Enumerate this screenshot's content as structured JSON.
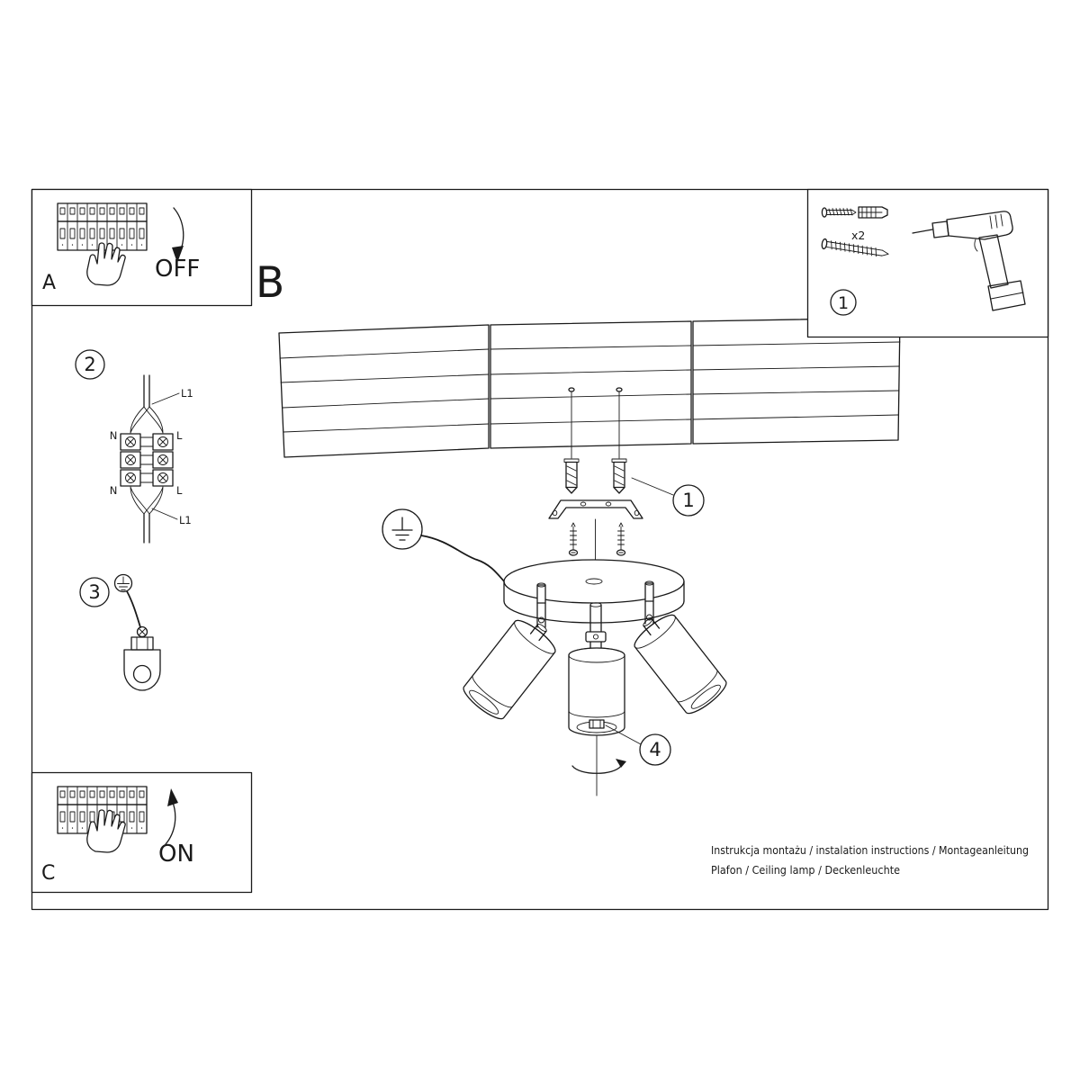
{
  "page": {
    "background": "#ffffff",
    "ink": "#1a1a1a"
  },
  "panel_a": {
    "label": "A",
    "switch_state": "OFF"
  },
  "panel_b": {
    "label": "B"
  },
  "panel_c": {
    "label": "C",
    "switch_state": "ON"
  },
  "tools_box": {
    "step": "1",
    "screw_count": "x2"
  },
  "steps": {
    "wiring": "2",
    "grounding": "3",
    "bracket": "1",
    "socket": "4"
  },
  "wiring_labels": {
    "line_top": "L1",
    "neutral_top": "N",
    "live_top": "L",
    "neutral_bottom": "N",
    "live_bottom": "L",
    "line_bottom": "L1"
  },
  "footer": {
    "line1": "Instrukcja montażu / instalation instructions / Montageanleitung",
    "line2": "Plafon / Ceiling lamp / Deckenleuchte"
  }
}
